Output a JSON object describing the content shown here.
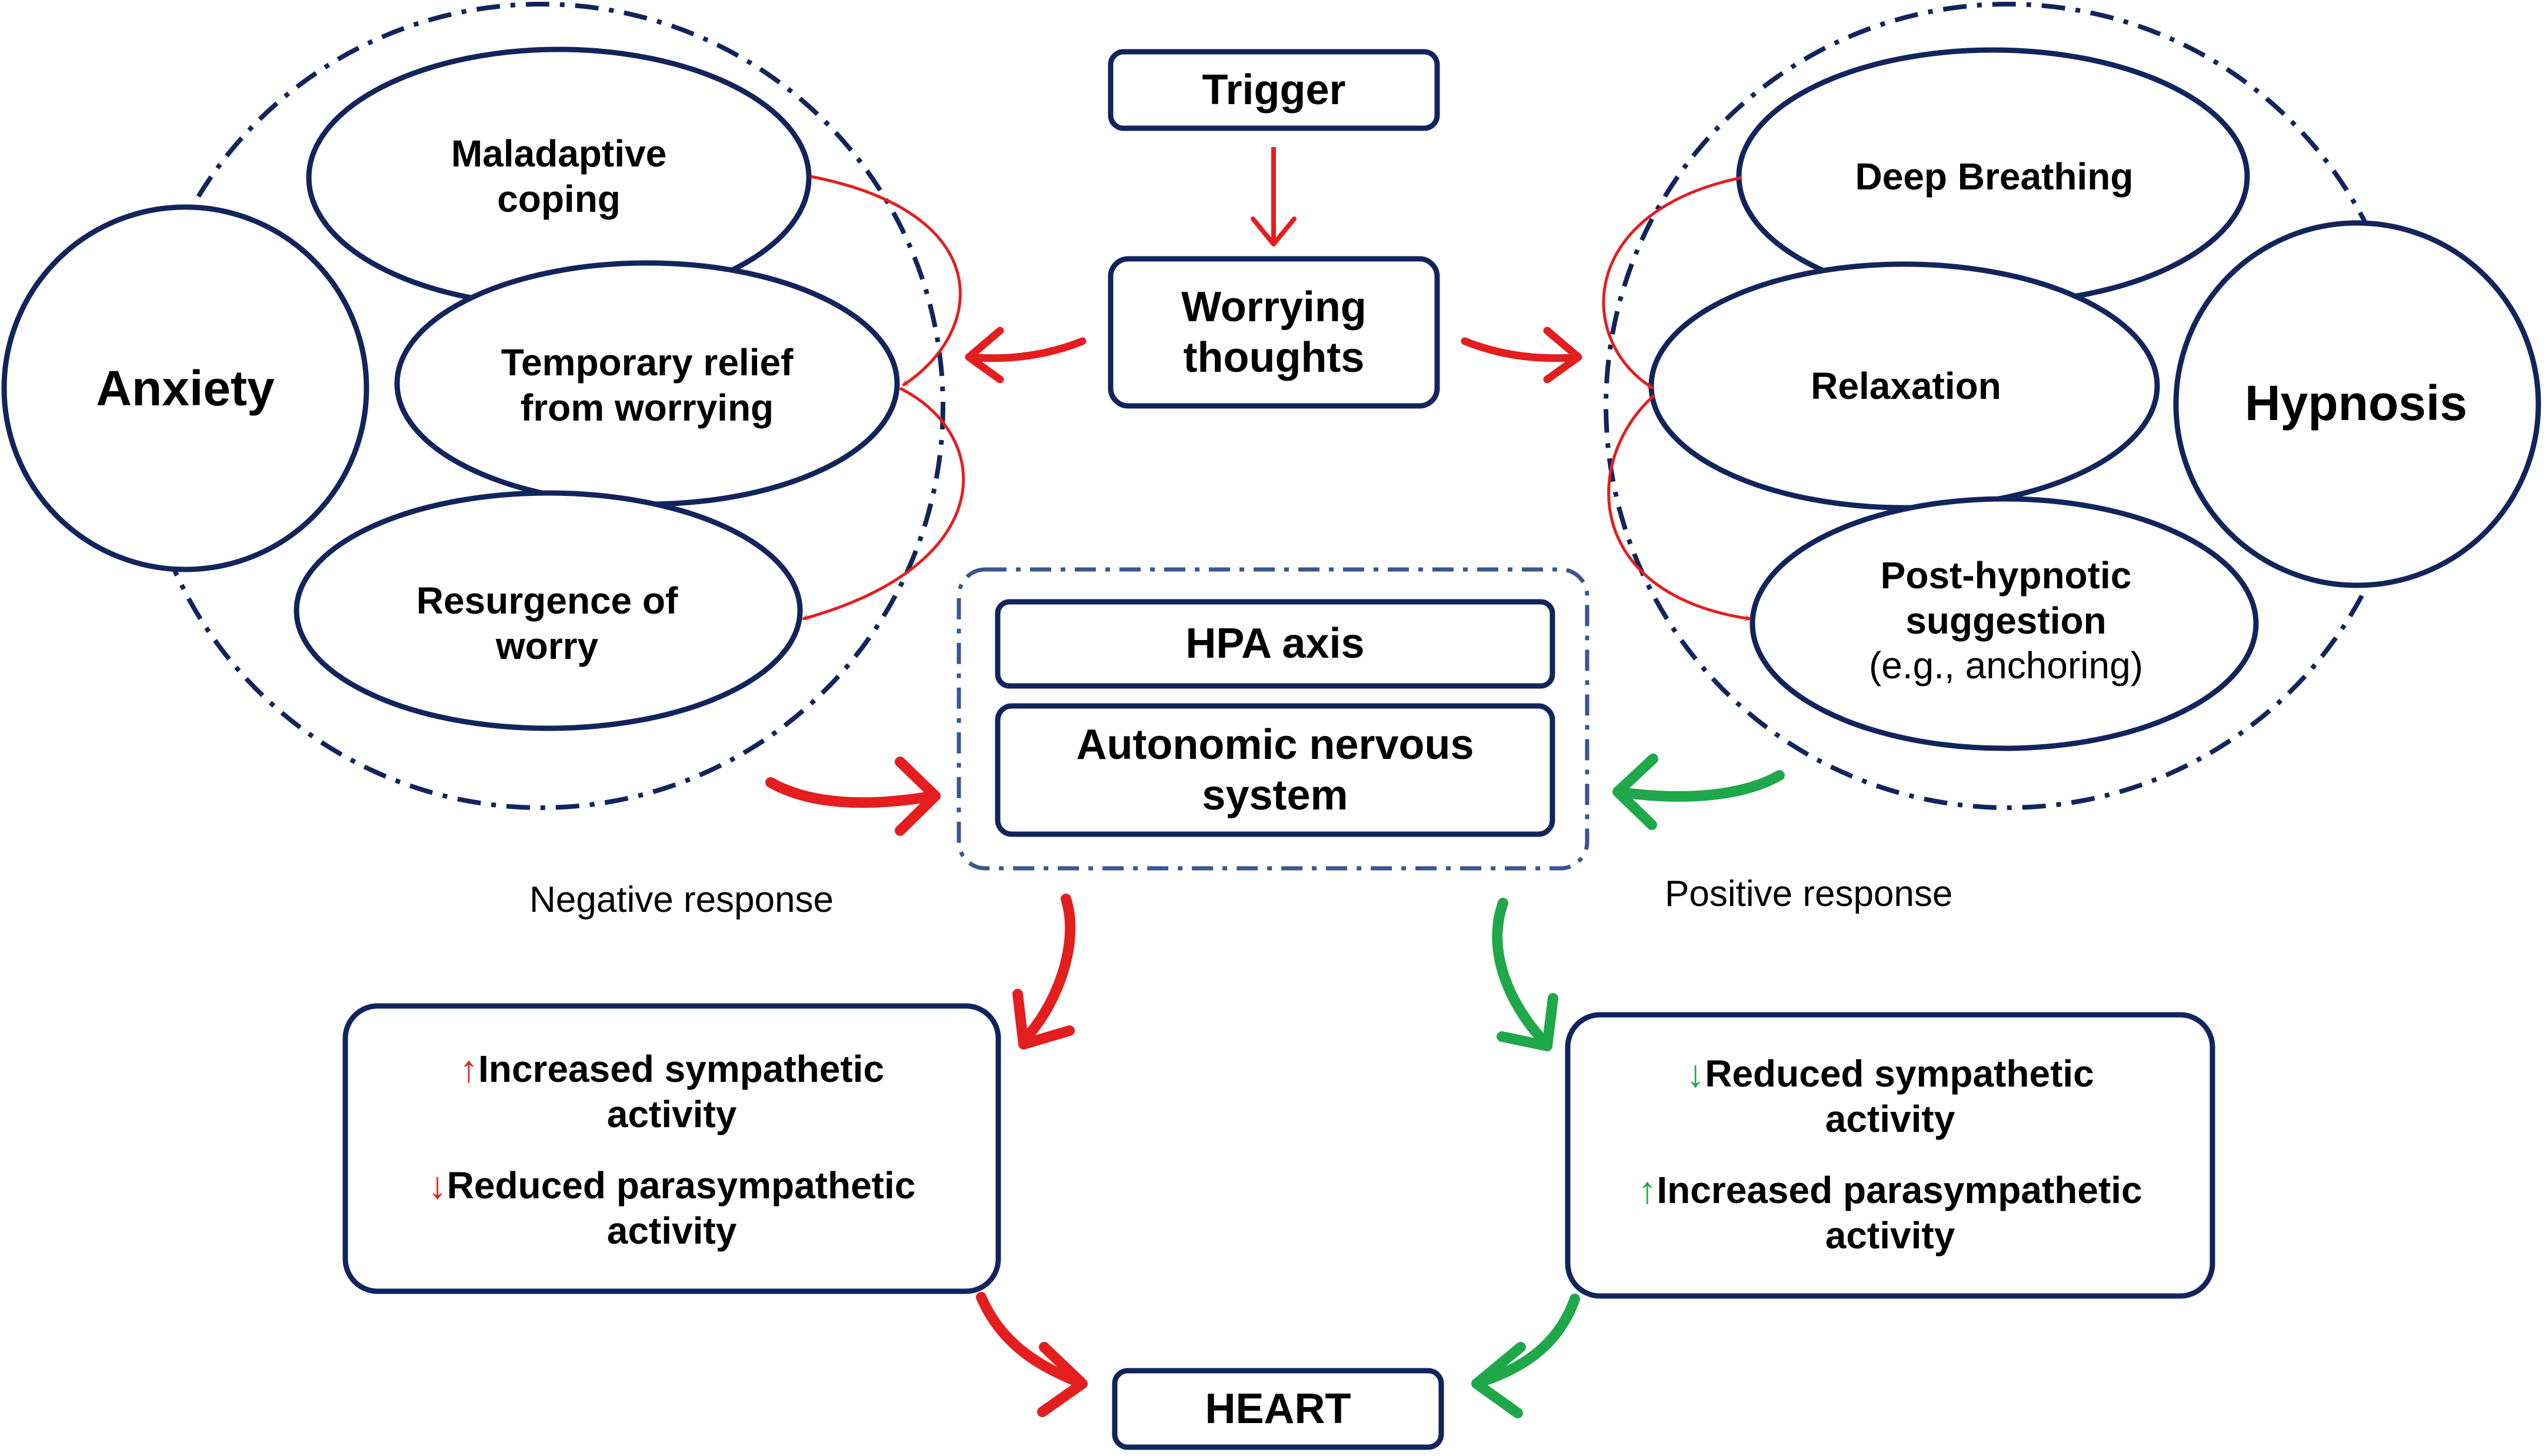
{
  "colors": {
    "navy": "#12245c",
    "dash": "#3b5690",
    "negative": "#e41e1e",
    "positive": "#1fa84a"
  },
  "top": {
    "trigger": "Trigger",
    "worrying_line1": "Worrying",
    "worrying_line2": "thoughts"
  },
  "anxiety": {
    "title": "Anxiety",
    "maladaptive_line1": "Maladaptive",
    "maladaptive_line2": "coping",
    "relief_line1": "Temporary relief",
    "relief_line2": "from worrying",
    "resurgence_line1": "Resurgence of",
    "resurgence_line2": "worry"
  },
  "hypnosis": {
    "title": "Hypnosis",
    "breathing": "Deep Breathing",
    "relaxation": "Relaxation",
    "suggestion_line1": "Post-hypnotic",
    "suggestion_line2": "suggestion",
    "suggestion_line3": "(e.g., anchoring)"
  },
  "center": {
    "hpa": "HPA axis",
    "ans_line1": "Autonomic nervous",
    "ans_line2": "system"
  },
  "responses": {
    "negative": "Negative response",
    "positive": "Positive response"
  },
  "negative_effects": {
    "arrow1": "↑",
    "line1a": "Increased sympathetic",
    "line1b": "activity",
    "arrow2": "↓",
    "line2a": "Reduced parasympathetic",
    "line2b": "activity"
  },
  "positive_effects": {
    "arrow1": "↓",
    "line1a": "Reduced sympathetic",
    "line1b": "activity",
    "arrow2": "↑",
    "line2a": "Increased parasympathetic",
    "line2b": "activity"
  },
  "heart": "HEART"
}
